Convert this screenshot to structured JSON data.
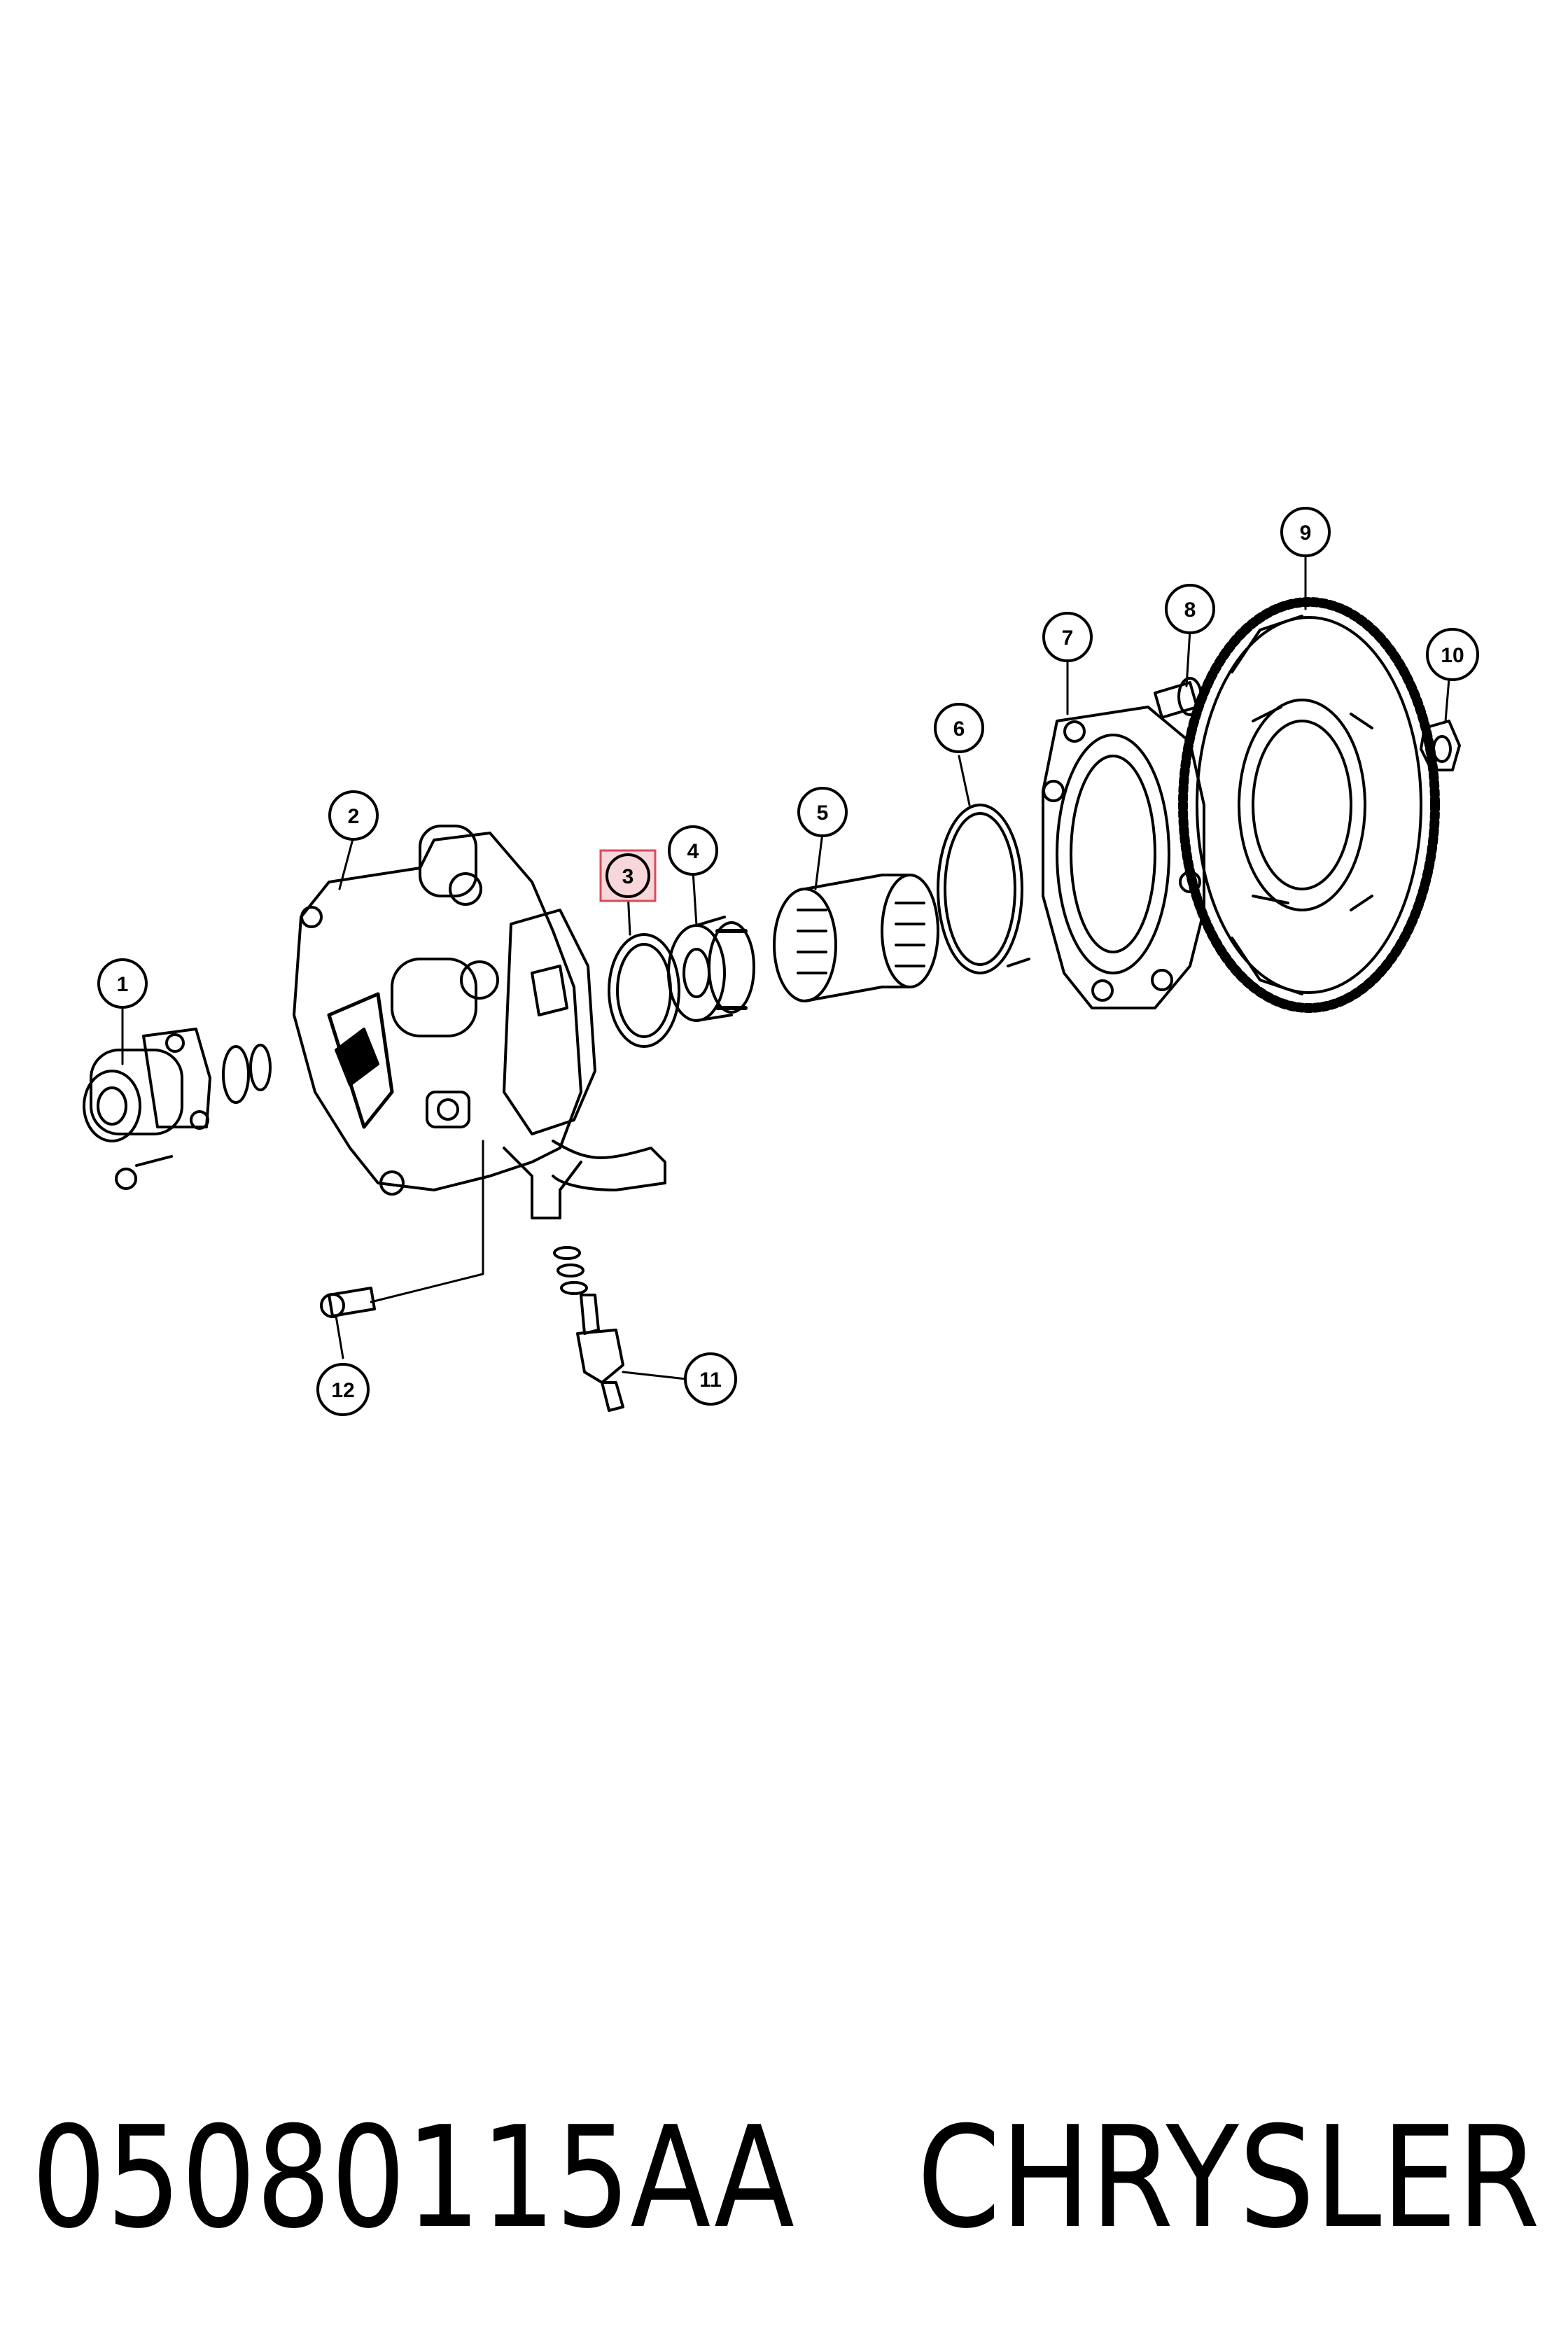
{
  "callouts": {
    "c1": "1",
    "c2": "2",
    "c3": "3",
    "c4": "4",
    "c5": "5",
    "c6": "6",
    "c7": "7",
    "c8": "8",
    "c9": "9",
    "c10": "10",
    "c11": "11",
    "c12": "12"
  },
  "highlight_color": "#f8d7db",
  "highlight_border": "#d94a5a",
  "footer": {
    "part_number": "05080115AA",
    "brand": "CHRYSLER"
  }
}
